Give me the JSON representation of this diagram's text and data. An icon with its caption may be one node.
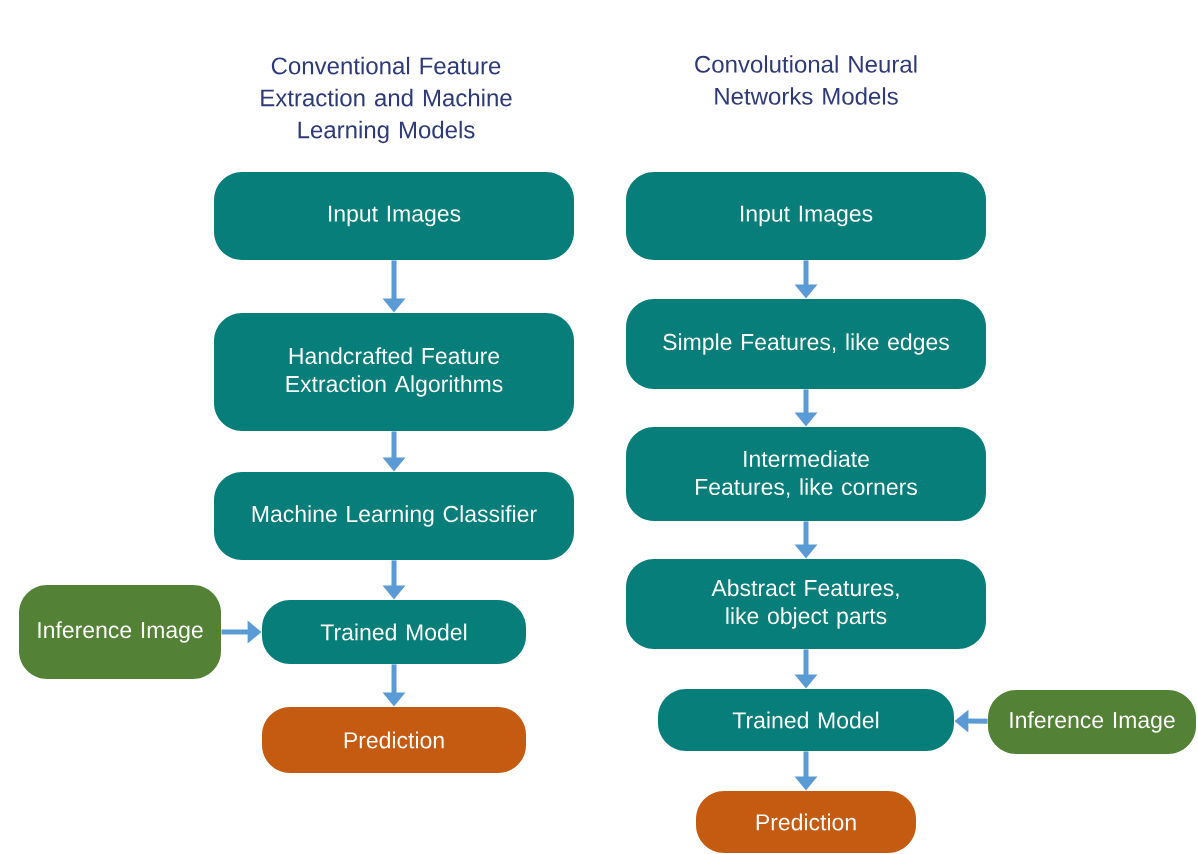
{
  "diagram": {
    "nodes": [
      {
        "text": [
          "Input Images"
        ]
      },
      {
        "text": [
          "Handcrafted Feature Extraction Algorithms"
        ]
      },
      {
        "text": [
          "Machine Learning Classifier"
        ]
      },
      {
        "text": [
          "Inference Image"
        ]
      },
      {
        "text": [
          "Trained Model"
        ]
      },
      {
        "text": [
          "Prediction"
        ]
      },
      {
        "text": [
          "Input Images"
        ]
      },
      {
        "text": [
          "Simple Features, like edges"
        ]
      },
      {
        "text": [
          "Intermediate Features, like corners"
        ]
      },
      {
        "text": [
          "Abstract Features, like object parts"
        ]
      },
      {
        "text": [
          "Trained Model"
        ]
      },
      {
        "text": [
          "Inference Image"
        ]
      },
      {
        "text": [
          "Prediction"
        ]
      }
    ],
    "edges": [
      {
        "from": 0,
        "to": 1,
        "arrow": "to"
      },
      {
        "from": 1,
        "to": 2,
        "arrow": "to"
      },
      {
        "from": 2,
        "to": 4,
        "arrow": "to"
      },
      {
        "from": 3,
        "to": 4,
        "arrow": "to"
      },
      {
        "from": 4,
        "to": 5,
        "arrow": "to"
      },
      {
        "from": 6,
        "to": 7,
        "arrow": "to"
      },
      {
        "from": 7,
        "to": 8,
        "arrow": "to"
      },
      {
        "from": 8,
        "to": 9,
        "arrow": "to"
      },
      {
        "from": 9,
        "to": 10,
        "arrow": "to"
      },
      {
        "from": 11,
        "to": 10,
        "arrow": "to"
      },
      {
        "from": 10,
        "to": 12,
        "arrow": "to"
      }
    ],
    "labels": [
      "Conventional Feature Extraction and Machine Learning Models",
      "Convolutional Neural Networks Models"
    ]
  }
}
